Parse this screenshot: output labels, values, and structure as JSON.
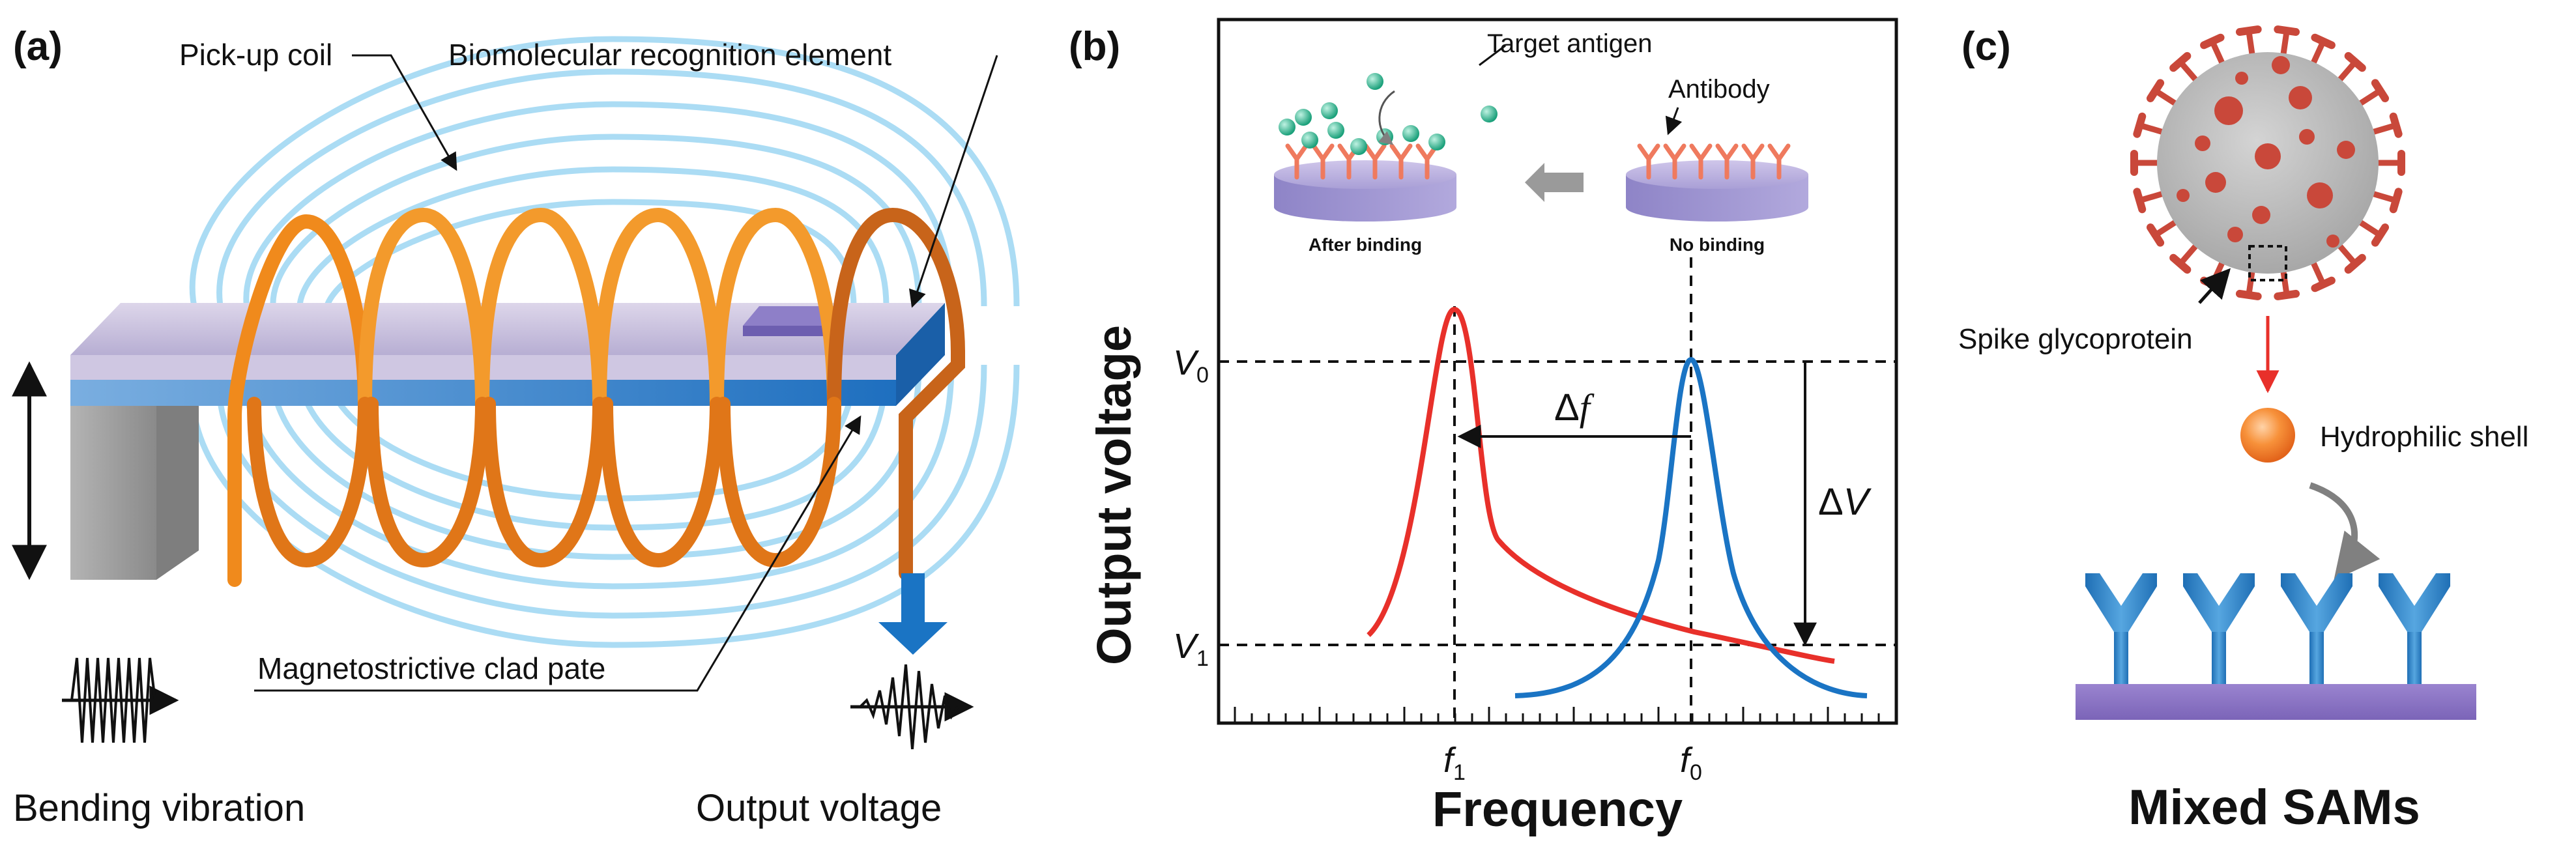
{
  "panel_a": {
    "panel_label": "(a)",
    "pickup_coil_label": "Pick-up coil",
    "recognition_label": "Biomolecular recognition element",
    "clad_label": "Magnetostrictive clad pate",
    "bending_label": "Bending vibration",
    "output_label": "Output voltage"
  },
  "panel_b": {
    "panel_label": "(b)",
    "target_antigen_label": "Target antigen",
    "antibody_label": "Antibody",
    "after_binding_label": "After binding",
    "no_binding_label": "No binding",
    "ylabel": "Output voltage",
    "xlabel": "Frequency",
    "v0_label": "V",
    "v0_sub": "0",
    "v1_label": "V",
    "v1_sub": "1",
    "f1_label": "f",
    "f1_sub": "1",
    "f0_label": "f",
    "f0_sub": "0",
    "delta_f_label": "Δ",
    "delta_f_var": "f",
    "delta_v_label": "Δ",
    "delta_v_var": "V",
    "colors": {
      "after_binding": "#e8302a",
      "no_binding": "#1a74c4"
    }
  },
  "panel_c": {
    "panel_label": "(c)",
    "spike_label": "Spike glycoprotein",
    "shell_label": "Hydrophilic shell",
    "sams_label": "Mixed SAMs"
  }
}
